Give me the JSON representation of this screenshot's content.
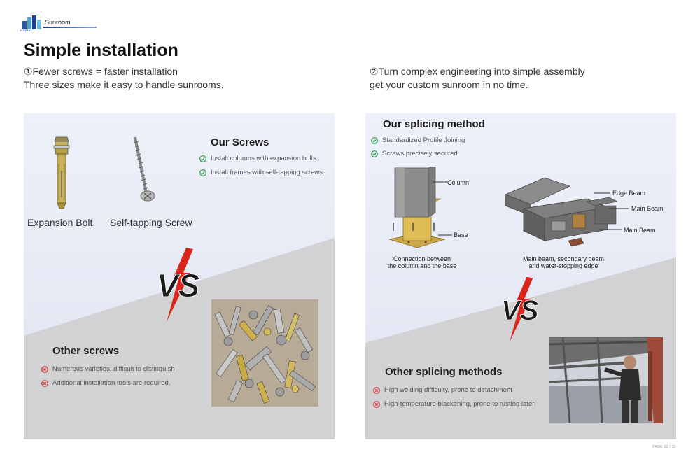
{
  "header": {
    "logo_text": "SUNRAY",
    "brand_name": "Sunroom"
  },
  "title": "Simple installation",
  "intro_left": {
    "line1": "①Fewer screws = faster installation",
    "line2": "Three sizes make it easy to handle sunrooms."
  },
  "intro_right": {
    "line1": "②Turn complex engineering into simple assembly",
    "line2": "get your custom sunroom in no time."
  },
  "left_panel": {
    "ours_heading": "Our Screws",
    "ours_points": [
      "Install columns with expansion bolts.",
      "Install frames with self-tapping screws."
    ],
    "bolt_caption": "Expansion Bolt",
    "screw_caption": "Self-tapping Screw",
    "vs_text": "VS",
    "other_heading": "Other screws",
    "other_points": [
      "Numerous varieties, difficult to distinguish",
      "Additional installation tools are required."
    ]
  },
  "right_panel": {
    "ours_heading": "Our splicing method",
    "ours_points": [
      "Standardized Profile Joining",
      "Screws precisely secured"
    ],
    "column_label": "Column",
    "base_label": "Base",
    "caption1_line1": "Connection between",
    "caption1_line2": "the column and the base",
    "edge_beam_label": "Edge Beam",
    "main_beam_label_1": "Main Beam",
    "main_beam_label_2": "Main Beam",
    "caption2_line1": "Main beam, secondary beam",
    "caption2_line2": "and water-stopping edge",
    "vs_text": "VS",
    "other_heading": "Other splicing methods",
    "other_points": [
      "High welding difficulty, prone to detachment",
      "High-temperature blackening, prone to rusting later"
    ]
  },
  "page_number": "PAGE 31 / 32",
  "colors": {
    "check_green": "#2e9b46",
    "cross_red": "#d23a3a",
    "vs_red": "#d9261c",
    "panel_top": "#eef1f9",
    "panel_bottom": "#d2d2d4"
  }
}
